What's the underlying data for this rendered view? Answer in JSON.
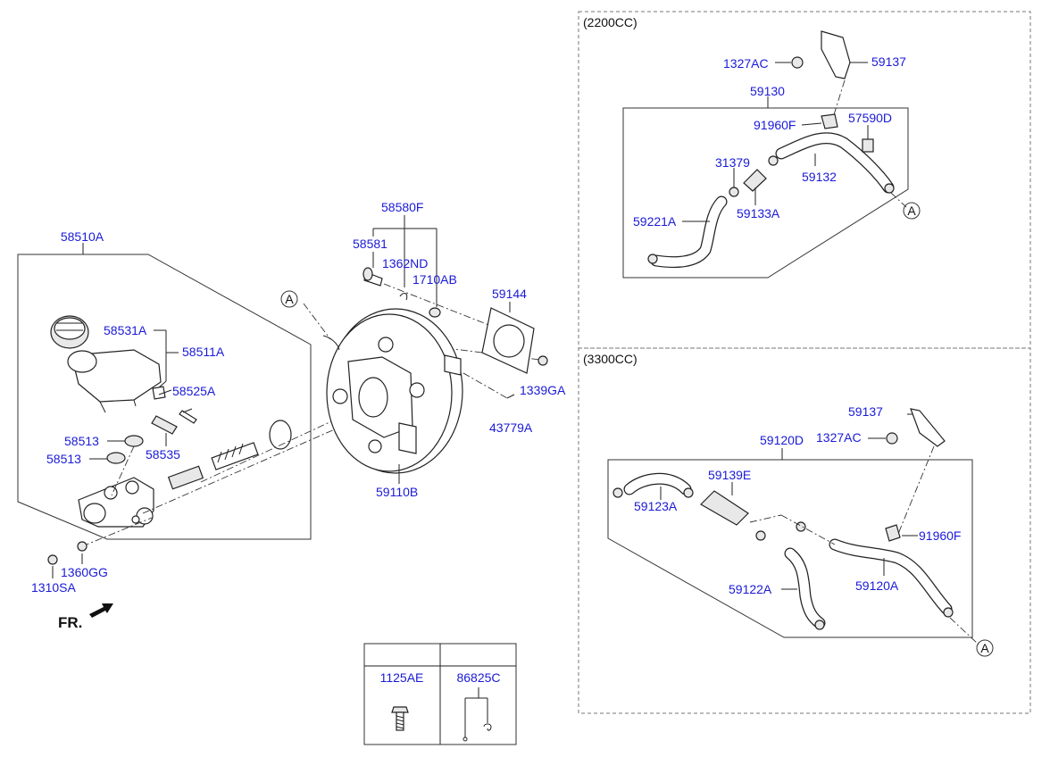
{
  "main": {
    "master_cylinder_assy": "58510A",
    "reservoir_cap": "58531A",
    "reservoir": "58511A",
    "pin": "58525A",
    "grommet_1": "58513",
    "grommet_2": "58513",
    "seal_kit": "58535",
    "nut_1": "1360GG",
    "nut_2": "1310SA",
    "fr_label": "FR.",
    "booster_assy": "59110B",
    "booster_kit": "58580F",
    "clevis_pin": "58581",
    "snap_pin": "1362ND",
    "o_ring": "1710AB",
    "gasket": "59144",
    "booster_nut": "1339GA",
    "snap_clip": "43779A",
    "ref_a_main": "A"
  },
  "panel_2200": {
    "title": "(2200CC)",
    "bracket_nut": "1327AC",
    "bracket": "59137",
    "hose_assy": "59130",
    "clamp": "91960F",
    "cap": "57590D",
    "sensor": "31379",
    "hose_upper": "59132",
    "check_valve": "59133A",
    "hose_lower": "59221A",
    "ref_a": "A"
  },
  "panel_3300": {
    "title": "(3300CC)",
    "bracket": "59137",
    "bracket_nut": "1327AC",
    "hose_assy": "59120D",
    "check_valve": "59139E",
    "hose_short": "59123A",
    "clamp": "91960F",
    "hose_mid": "59122A",
    "hose_main": "59120A",
    "ref_a": "A"
  },
  "legend": {
    "col1_part": "1125AE",
    "col2_part": "86825C"
  },
  "colors": {
    "part_number": "#1a1ad8",
    "line_art": "#222222"
  }
}
